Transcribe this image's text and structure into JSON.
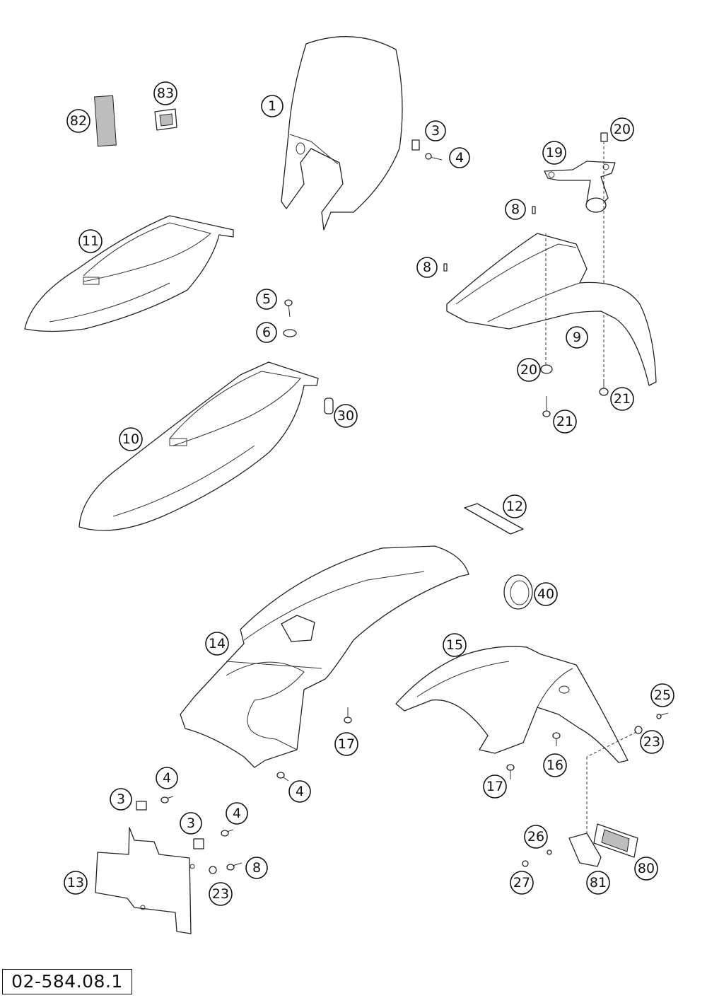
{
  "diagram_code": "02-584.08.1",
  "callouts": [
    "1",
    "3",
    "4",
    "5",
    "6",
    "8",
    "8",
    "9",
    "10",
    "11",
    "12",
    "13",
    "14",
    "15",
    "16",
    "17",
    "17",
    "19",
    "20",
    "20",
    "21",
    "21",
    "23",
    "23",
    "25",
    "26",
    "27",
    "30",
    "40",
    "80",
    "81",
    "82",
    "83",
    "3",
    "3",
    "4",
    "4",
    "4",
    "8"
  ]
}
